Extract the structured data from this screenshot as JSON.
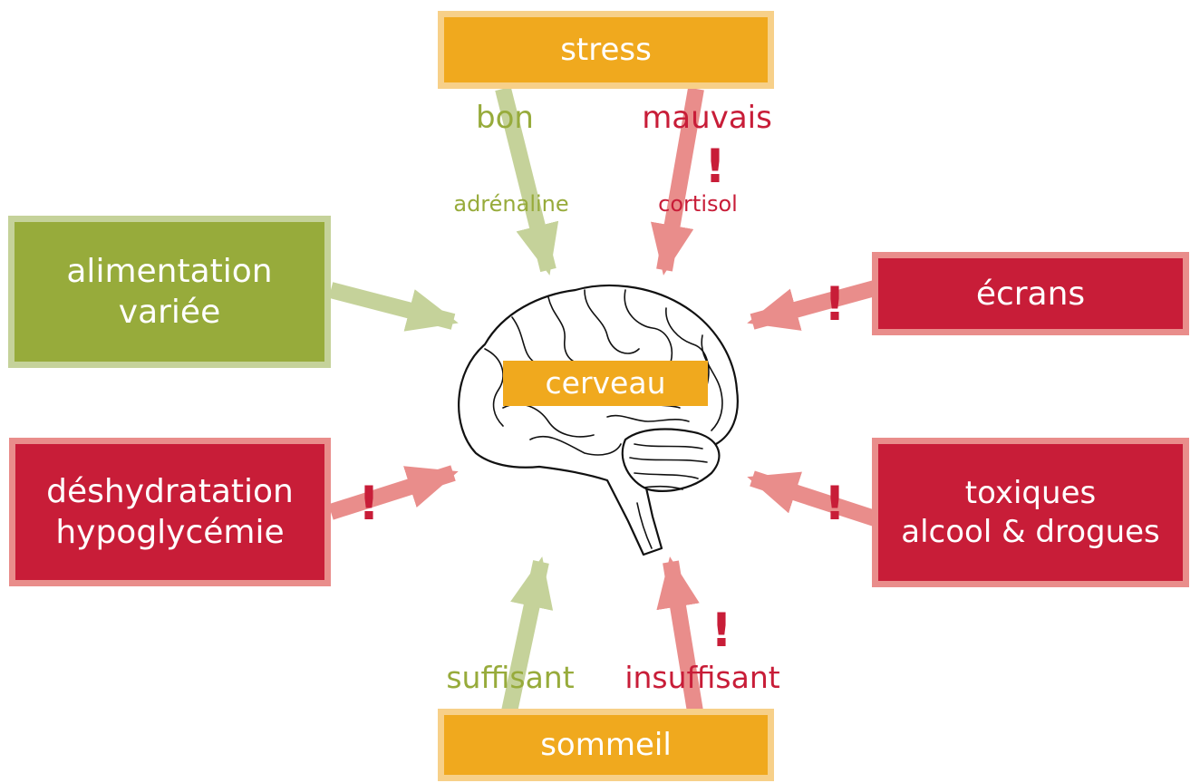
{
  "center": {
    "label": "cerveau"
  },
  "top": {
    "label": "stress"
  },
  "bottom": {
    "label": "sommeil"
  },
  "left_top": {
    "line1": "alimentation",
    "line2": "variée"
  },
  "left_bottom": {
    "line1": "déshydratation",
    "line2": "hypoglycémie"
  },
  "right_top": {
    "label": "écrans"
  },
  "right_bottom": {
    "line1": "toxiques",
    "line2": "alcool & drogues"
  },
  "labels": {
    "stress_good": "bon",
    "stress_bad": "mauvais",
    "stress_good_hormone": "adrénaline",
    "stress_bad_hormone": "cortisol",
    "sleep_good": "suffisant",
    "sleep_bad": "insuffisant"
  },
  "warning_mark": "!",
  "colors": {
    "orange": "#f0a91e",
    "green": "#97ab3b",
    "red": "#c81d38",
    "light_green": "#c5d29a",
    "light_red": "#e98d8b"
  }
}
